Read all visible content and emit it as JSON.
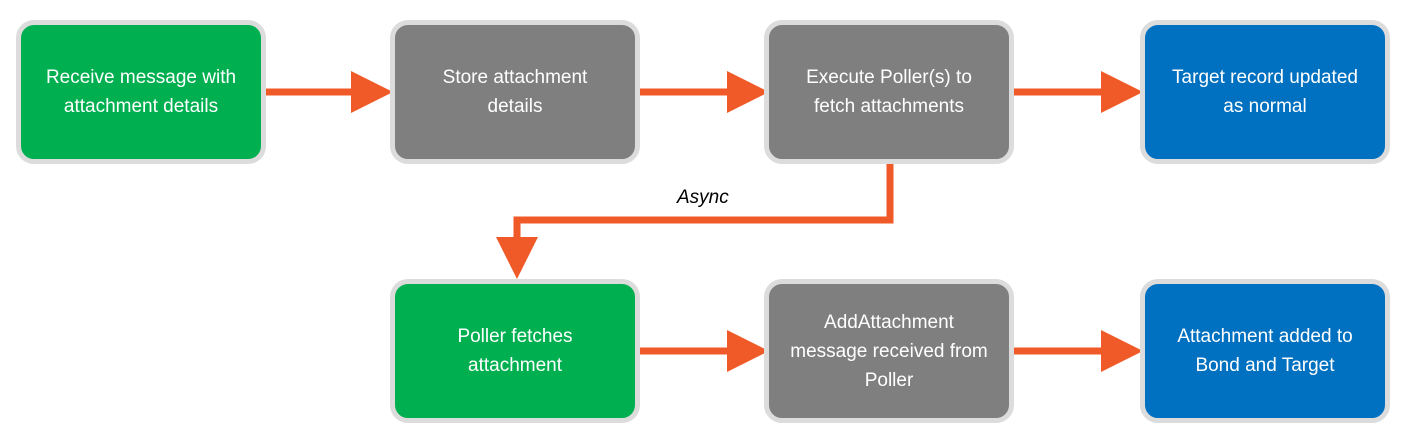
{
  "nodes": {
    "receive": {
      "label": "Receive message with attachment details",
      "color": "#00b050"
    },
    "store": {
      "label": "Store attachment details",
      "color": "#7f7f7f"
    },
    "execute": {
      "label": "Execute Poller(s) to fetch attachments",
      "color": "#7f7f7f"
    },
    "target_updated": {
      "label": "Target record updated as normal",
      "color": "#0070c0"
    },
    "poller_fetches": {
      "label": "Poller fetches attachment",
      "color": "#00b050"
    },
    "add_attachment": {
      "label": "AddAttachment message received from Poller",
      "color": "#7f7f7f"
    },
    "attachment_added": {
      "label": "Attachment added to Bond and Target",
      "color": "#0070c0"
    }
  },
  "edges": {
    "async_label": "Async",
    "arrow_color": "#f05a28"
  }
}
